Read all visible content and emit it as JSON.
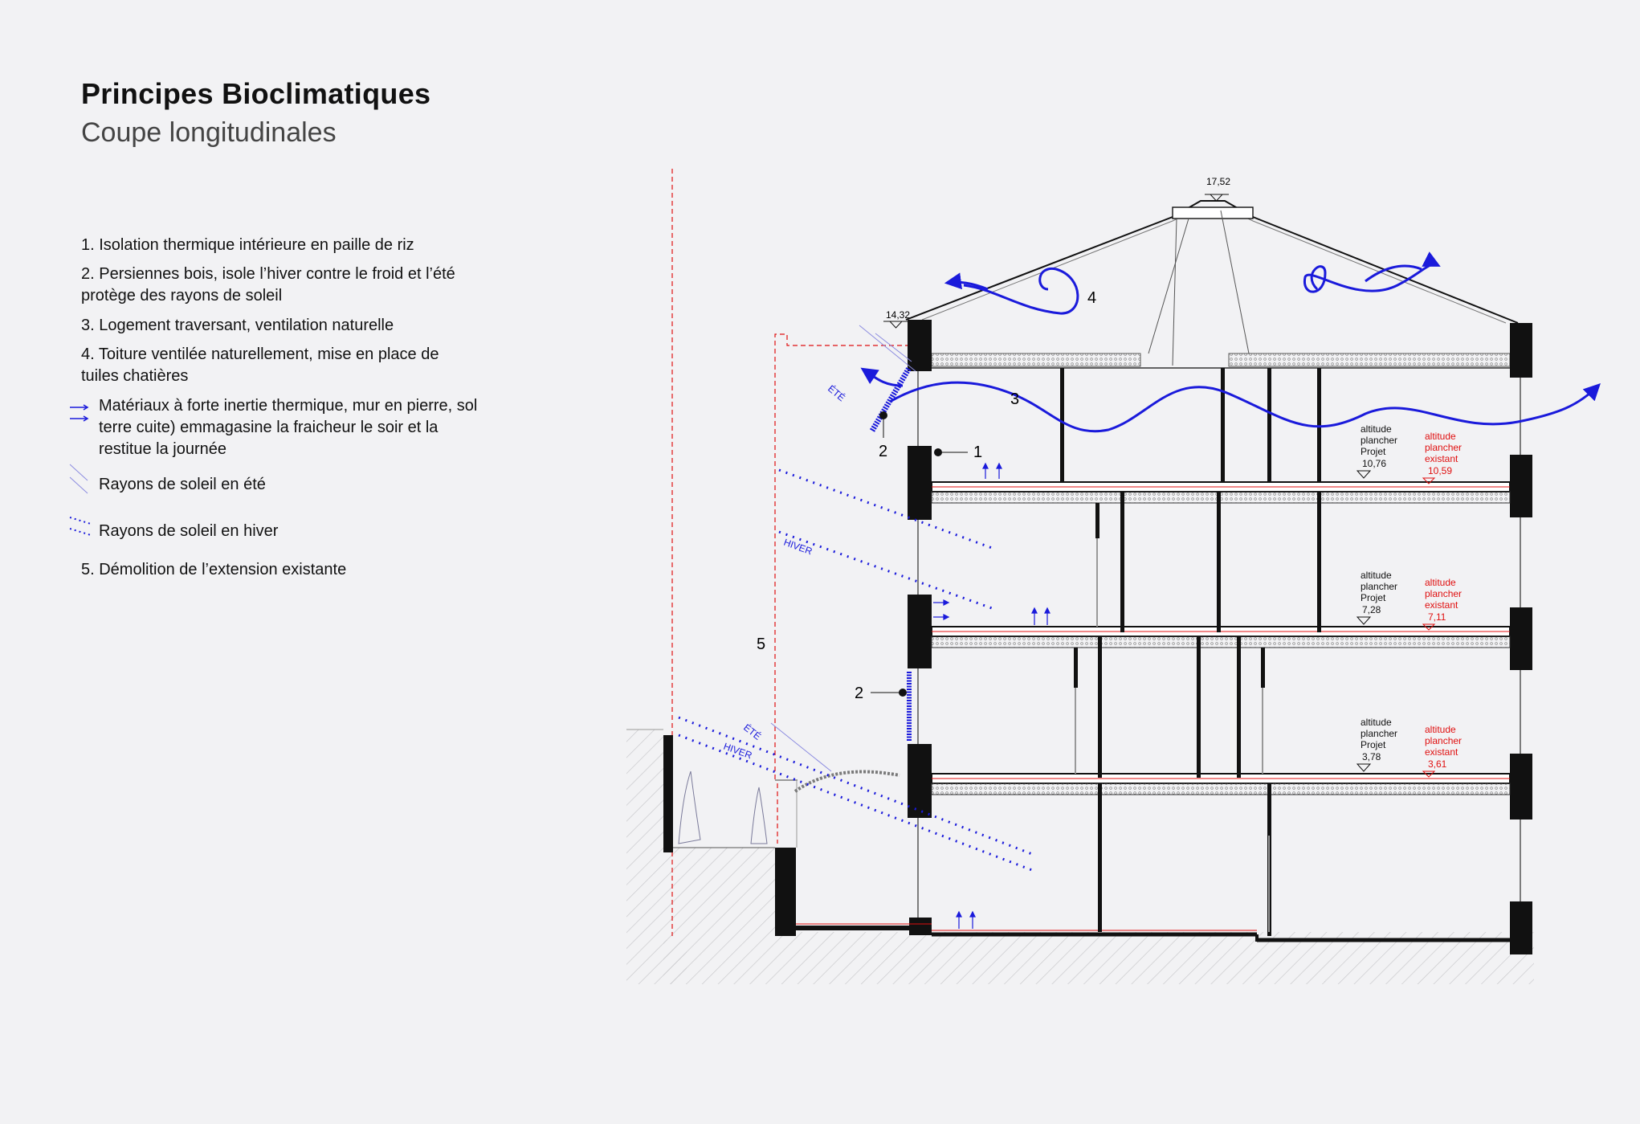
{
  "header": {
    "title": "Principes Bioclimatiques",
    "subtitle": "Coupe longitudinales"
  },
  "legend": [
    {
      "id": "1",
      "text": "1. Isolation thermique intérieure en paille de riz"
    },
    {
      "id": "2",
      "text": "2. Persiennes bois, isole l’hiver contre le froid et l’été protège des rayons de soleil"
    },
    {
      "id": "3",
      "text": "3. Logement traversant, ventilation naturelle"
    },
    {
      "id": "4",
      "text": "4. Toiture ventilée naturellement, mise en place de tuiles chatières"
    },
    {
      "id": "inertia",
      "text": "Matériaux à forte inertie thermique, mur en pierre, sol terre cuite) emmagasine la fraicheur le soir et la restitue la journée"
    },
    {
      "id": "summer",
      "text": "Rayons de soleil en été"
    },
    {
      "id": "winter",
      "text": "Rayons de soleil en hiver"
    },
    {
      "id": "5",
      "text": "5. Démolition de l’extension existante"
    }
  ],
  "drawing": {
    "ridge_level": "17,52",
    "eave_level": "14,32",
    "callouts": {
      "n1": "1",
      "n2_top": "2",
      "n2_bottom": "2",
      "n3": "3",
      "n4": "4",
      "n5": "5"
    },
    "sun_labels": {
      "ete_top": "ÉTÉ",
      "hiver_mid": "HIVER",
      "ete_low": "ÉTÉ",
      "hiver_low": "HIVER"
    },
    "floor_levels": [
      {
        "project_label": "altitude plancher Projet",
        "project_value": "10,76",
        "existing_label": "altitude plancher existant",
        "existing_value": "10,59"
      },
      {
        "project_label": "altitude plancher Projet",
        "project_value": "7,28",
        "existing_label": "altitude plancher existant",
        "existing_value": "7,11"
      },
      {
        "project_label": "altitude plancher Projet",
        "project_value": "3,78",
        "existing_label": "altitude plancher existant",
        "existing_value": "3,61"
      }
    ],
    "colors": {
      "accent": "#1a1adb",
      "existing": "#e01010",
      "structure": "#111111",
      "hatch": "#c9c9cc"
    }
  }
}
